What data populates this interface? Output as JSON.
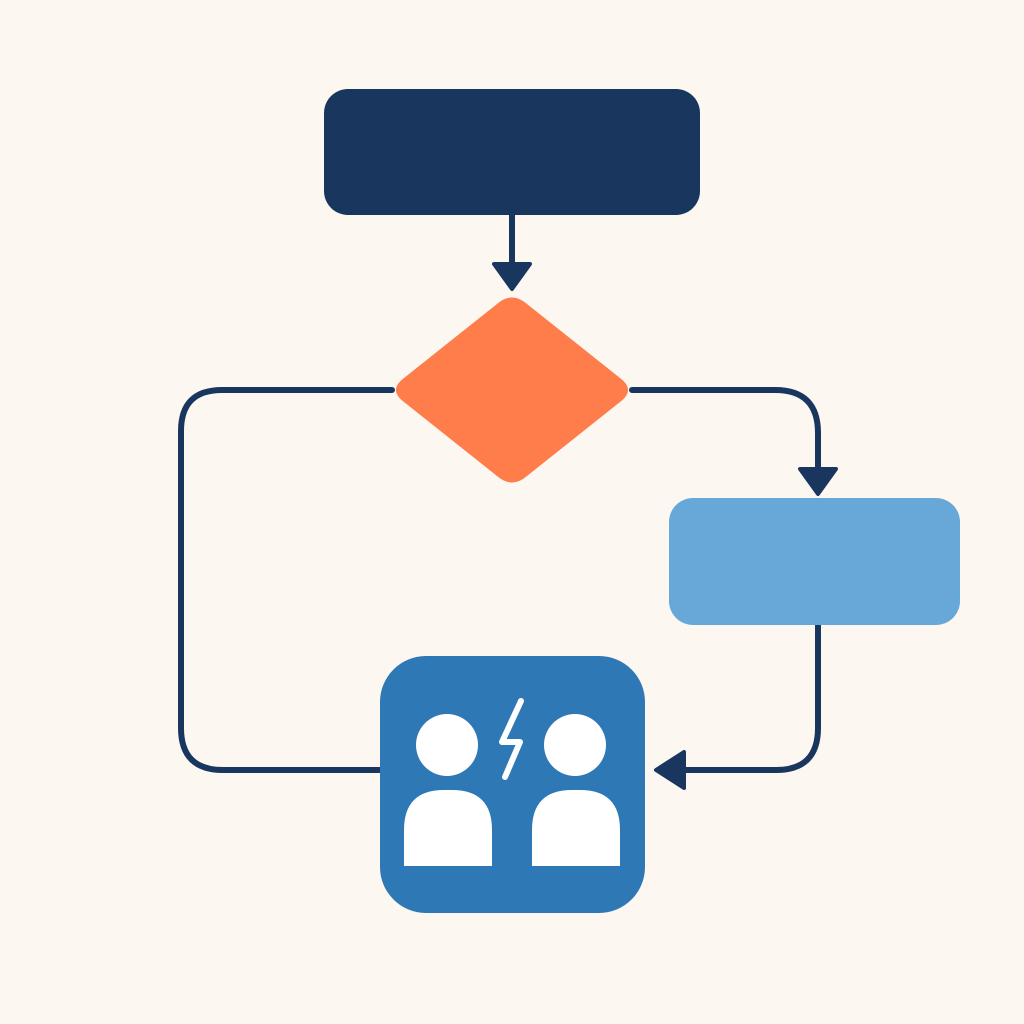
{
  "diagram": {
    "type": "flowchart",
    "nodes": [
      {
        "id": "start-box",
        "shape": "rounded-rectangle",
        "label": ""
      },
      {
        "id": "decision",
        "shape": "diamond",
        "label": ""
      },
      {
        "id": "process-box",
        "shape": "rounded-rectangle",
        "label": ""
      },
      {
        "id": "collaboration-box",
        "shape": "rounded-square",
        "label": "",
        "icon": "two-people-conflict-icon"
      }
    ],
    "edges": [
      {
        "from": "start-box",
        "to": "decision",
        "arrow": true
      },
      {
        "from": "decision",
        "to": "process-box",
        "arrow": true
      },
      {
        "from": "process-box",
        "to": "collaboration-box",
        "arrow": true
      },
      {
        "from": "decision",
        "to": "collaboration-box",
        "arrow": false
      }
    ]
  },
  "colors": {
    "background": "#FCF7F1",
    "start": "#19365F",
    "decision": "#FF7D4A",
    "process": "#68A8D8",
    "collaboration": "#2F78B6",
    "connector": "#19365F",
    "icon": "#FFFFFF"
  }
}
